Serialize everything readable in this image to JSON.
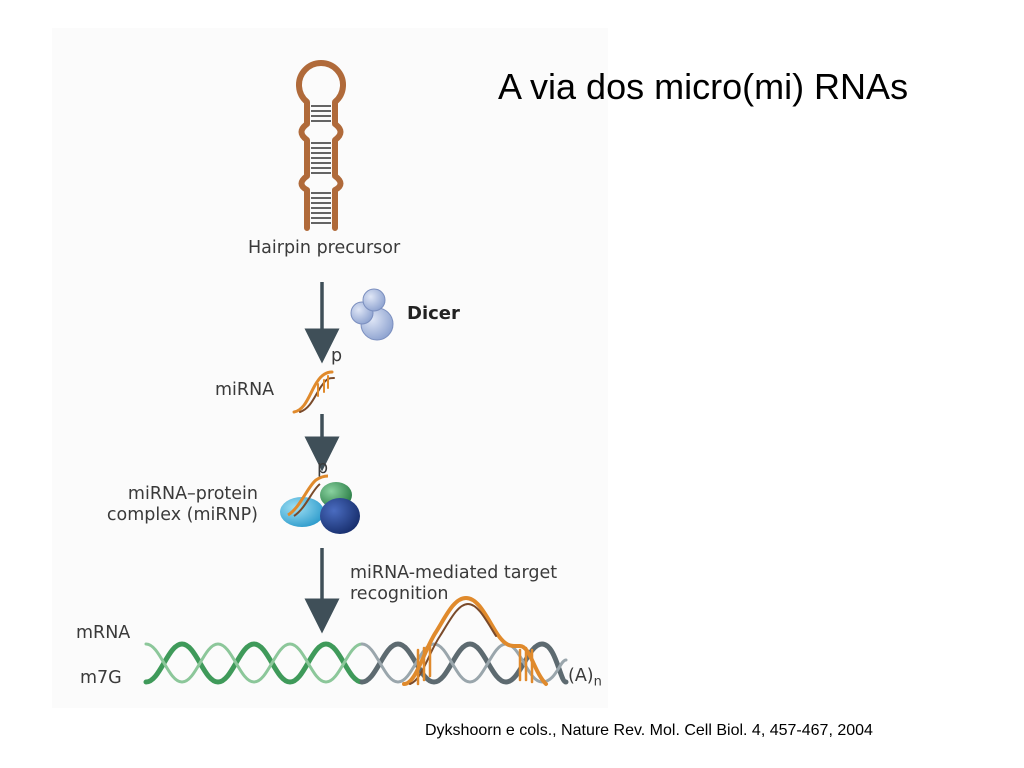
{
  "title": "A via dos micro(mi) RNAs",
  "diagram": {
    "labels": {
      "hairpin": "Hairpin precursor",
      "dicer": "Dicer",
      "p1": "p",
      "mirna": "miRNA",
      "p2": "p",
      "mirnp_line1": "miRNA–protein",
      "mirnp_line2": "complex (miRNP)",
      "recognition_line1": "miRNA-mediated target",
      "recognition_line2": "recognition",
      "mrna": "mRNA",
      "m7g": "m7G",
      "polya": "(A)",
      "polya_sub": "n"
    },
    "colors": {
      "hairpin": "#b06a3a",
      "mirna": "#e08a2c",
      "arrow": "#3f4f58",
      "dicer": "#9db0d8",
      "mrna_green": "#3f9a5a",
      "mrna_grey": "#5d6a70",
      "mirnp_blue": "#1f3f8a",
      "mirnp_cyan": "#4db4d8",
      "mirnp_green": "#3c9a5c"
    }
  },
  "citation": "Dykshoorn e cols., Nature Rev. Mol. Cell Biol. 4, 457-467, 2004"
}
